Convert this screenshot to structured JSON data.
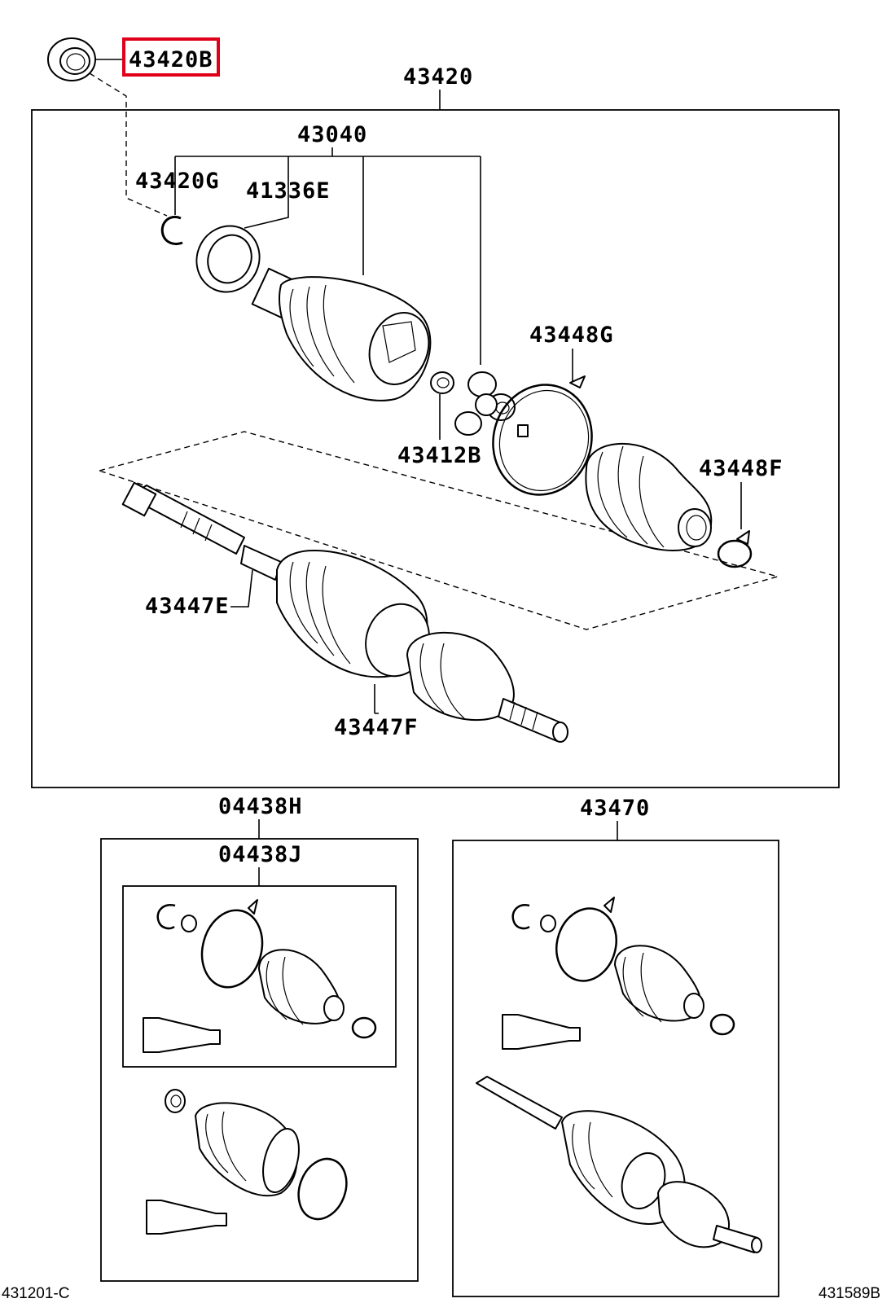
{
  "highlight_color": "#e0001a",
  "labels": {
    "p43420B": "43420B",
    "p43420": "43420",
    "p43040": "43040",
    "p43420G": "43420G",
    "p41336E": "41336E",
    "p43448G": "43448G",
    "p43412B": "43412B",
    "p43448F": "43448F",
    "p43447E": "43447E",
    "p43447F": "43447F",
    "p04438H": "04438H",
    "p04438J": "04438J",
    "p43470": "43470"
  },
  "footer": {
    "left_code": "431201-C",
    "right_code": "431589B"
  }
}
